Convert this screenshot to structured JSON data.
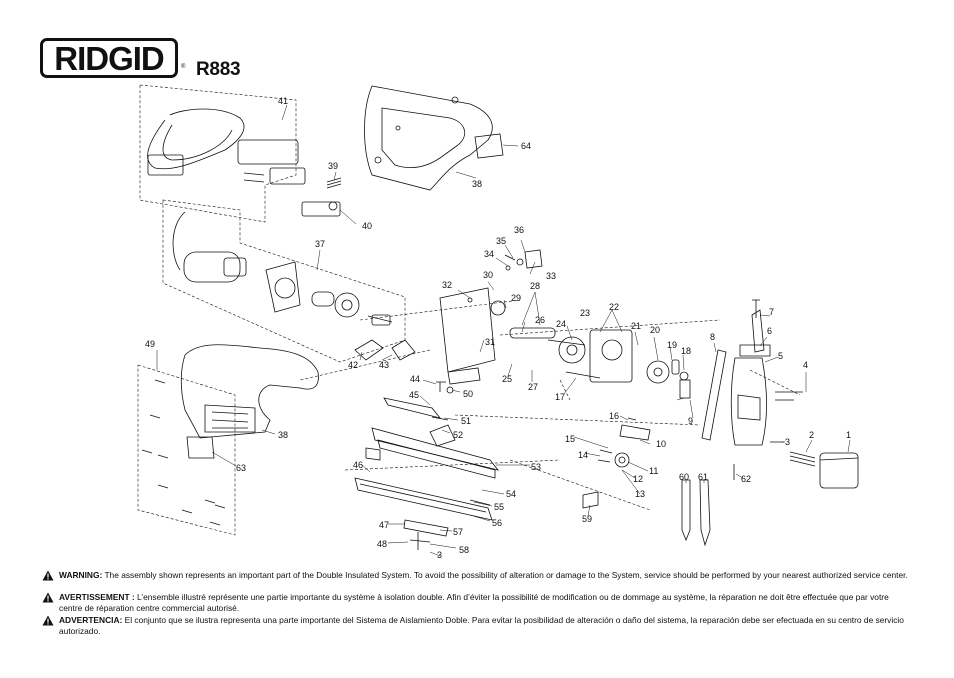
{
  "brand": {
    "logo_text": "RIDGID",
    "registered": "®"
  },
  "model": "R883",
  "part_numbers": [
    "1",
    "2",
    "3",
    "4",
    "5",
    "6",
    "7",
    "8",
    "9",
    "10",
    "11",
    "12",
    "13",
    "14",
    "15",
    "16",
    "17",
    "18",
    "19",
    "20",
    "21",
    "22",
    "23",
    "24",
    "25",
    "26",
    "27",
    "28",
    "29",
    "30",
    "31",
    "32",
    "33",
    "34",
    "35",
    "36",
    "37",
    "38",
    "39",
    "40",
    "41",
    "42",
    "43",
    "44",
    "45",
    "46",
    "47",
    "48",
    "49",
    "50",
    "51",
    "52",
    "53",
    "54",
    "55",
    "56",
    "57",
    "58",
    "59",
    "60",
    "61",
    "62",
    "63",
    "64"
  ],
  "callouts": {
    "1": "1",
    "2": "2",
    "3": "3",
    "3b": "3",
    "4": "4",
    "5": "5",
    "6": "6",
    "7": "7",
    "8": "8",
    "9": "9",
    "10": "10",
    "11": "11",
    "12": "12",
    "13": "13",
    "14": "14",
    "15": "15",
    "16": "16",
    "17": "17",
    "18": "18",
    "19": "19",
    "20": "20",
    "21": "21",
    "22": "22",
    "23": "23",
    "24": "24",
    "25": "25",
    "26": "26",
    "27": "27",
    "28": "28",
    "29": "29",
    "30": "30",
    "31": "31",
    "32": "32",
    "33": "33",
    "34": "34",
    "35": "35",
    "36": "36",
    "37": "37",
    "38": "38",
    "38b": "38",
    "39": "39",
    "40": "40",
    "41": "41",
    "42": "42",
    "43": "43",
    "44": "44",
    "45": "45",
    "46": "46",
    "47": "47",
    "48": "48",
    "49": "49",
    "50": "50",
    "51": "51",
    "52": "52",
    "53": "53",
    "54": "54",
    "55": "55",
    "56": "56",
    "57": "57",
    "58": "58",
    "59": "59",
    "60": "60",
    "61": "61",
    "62": "62",
    "63": "63",
    "64": "64"
  },
  "warnings": [
    {
      "title": "WARNING:",
      "text": " The assembly shown represents an important part of the Double Insulated System. To avoid the possibility of alteration or damage to the System, service should be performed by your nearest authorized service center."
    },
    {
      "title": "AVERTISSEMENT :",
      "text": " L’ensemble illustré représente une partie importante du système à isolation double. Afin d’éviter la possibilité de modification ou de dommage au système, la réparation ne doit être effectuée que par votre centre de réparation centre commercial autorisé."
    },
    {
      "title": "ADVERTENCIA:",
      "text": " El conjunto que se ilustra representa una parte importante del Sistema de Aislamiento Doble. Para evitar la posibilidad de alteración o daño del sistema, la reparación debe ser efectuada en su centro de servicio autorizado."
    }
  ]
}
